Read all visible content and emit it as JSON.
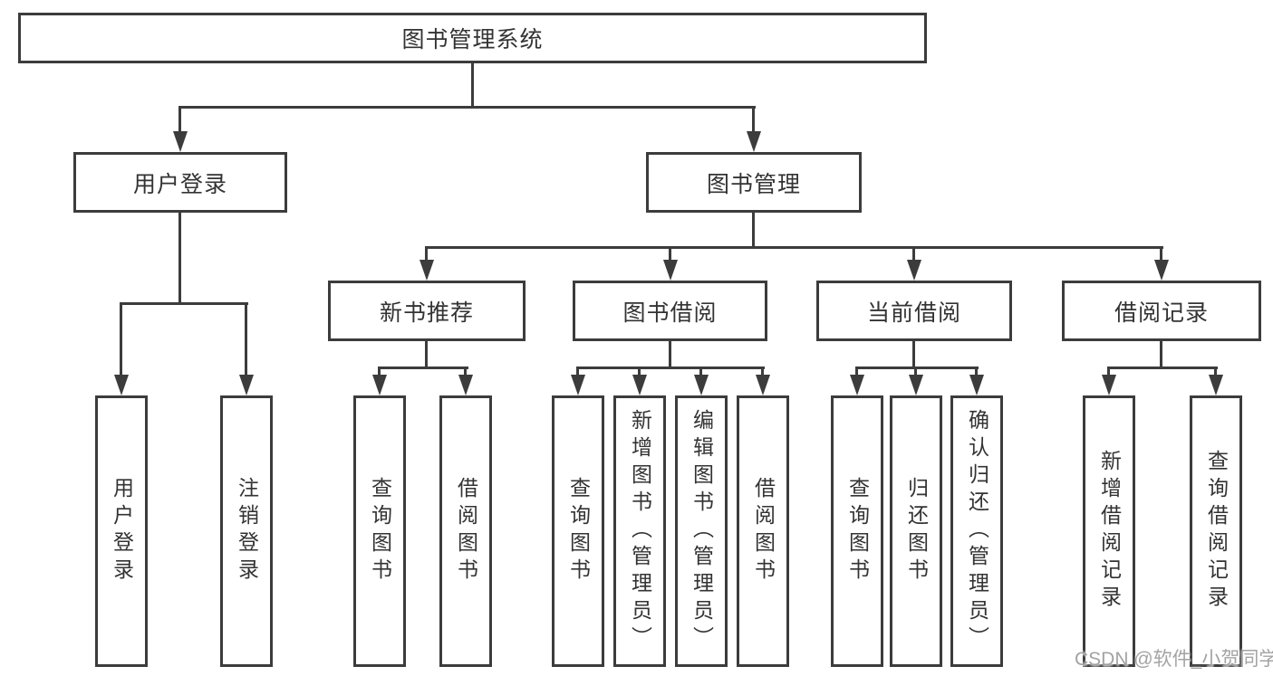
{
  "diagram": {
    "root_label": "图书管理系统",
    "user_login": {
      "label": "用户登录",
      "children": [
        "用户登录",
        "注销登录"
      ]
    },
    "book_mgmt": {
      "label": "图书管理",
      "sections": {
        "new_books": {
          "label": "新书推荐",
          "children": [
            "查询图书",
            "借阅图书"
          ]
        },
        "borrowing": {
          "label": "图书借阅",
          "children": [
            "查询图书",
            "新增图书（管理员）",
            "编辑图书（管理员）",
            "借阅图书"
          ]
        },
        "current": {
          "label": "当前借阅",
          "children": [
            "查询图书",
            "归还图书",
            "确认归还（管理员）"
          ]
        },
        "records": {
          "label": "借阅记录",
          "children": [
            "新增借阅记录",
            "查询借阅记录"
          ]
        }
      }
    },
    "colors": {
      "line": "#3c3c3c",
      "text": "#333333",
      "background": "#ffffff",
      "watermark": "#9e9e9e"
    }
  },
  "watermark": "CSDN @软件_小贺同学"
}
